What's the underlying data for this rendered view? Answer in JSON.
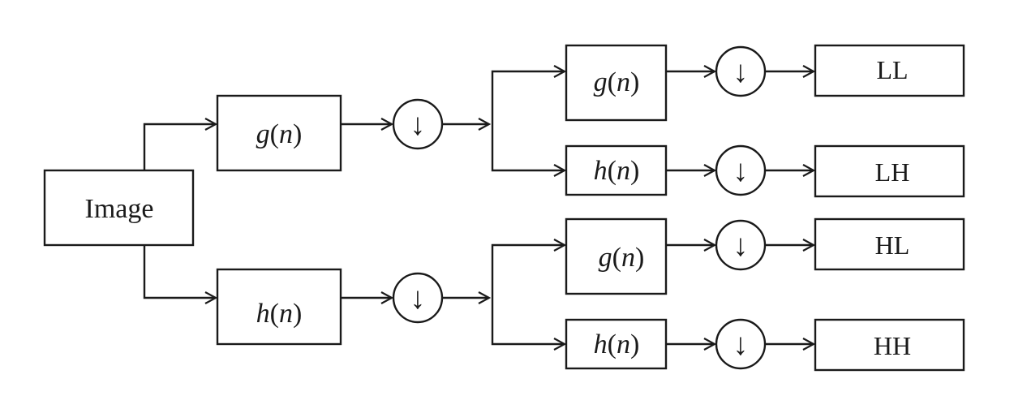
{
  "input_label": "Image",
  "low_filter": {
    "fn": "g",
    "open": "(",
    "arg": "n",
    "close": ")"
  },
  "high_filter": {
    "fn": "h",
    "open": "(",
    "arg": "n",
    "close": ")"
  },
  "downsample_symbol": "↓",
  "outputs": {
    "ll": "LL",
    "lh": "LH",
    "hl": "HL",
    "hh": "HH"
  }
}
